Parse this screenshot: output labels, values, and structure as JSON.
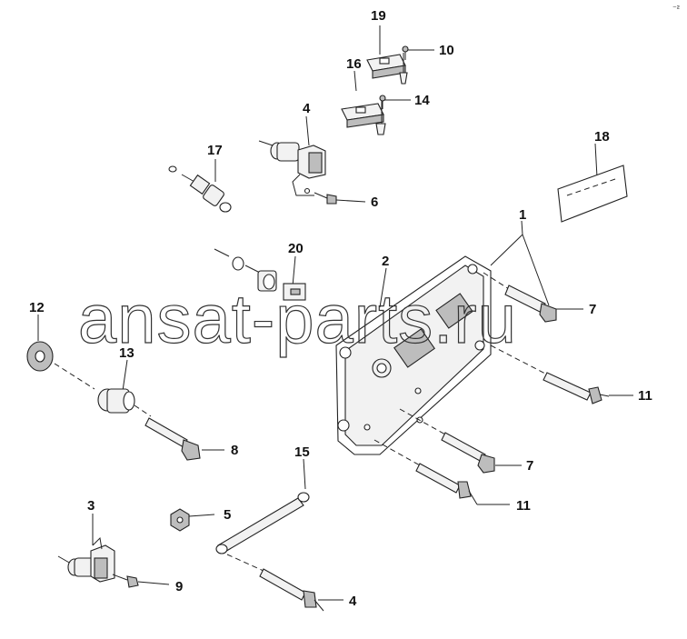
{
  "watermark": "ansat-parts.ru",
  "corner_mark": "⁻²",
  "callouts": [
    "19",
    "10",
    "16",
    "14",
    "4",
    "17",
    "6",
    "18",
    "1",
    "20",
    "2",
    "12",
    "7",
    "13",
    "11",
    "8",
    "15",
    "7",
    "11",
    "3",
    "5",
    "9",
    "4"
  ]
}
